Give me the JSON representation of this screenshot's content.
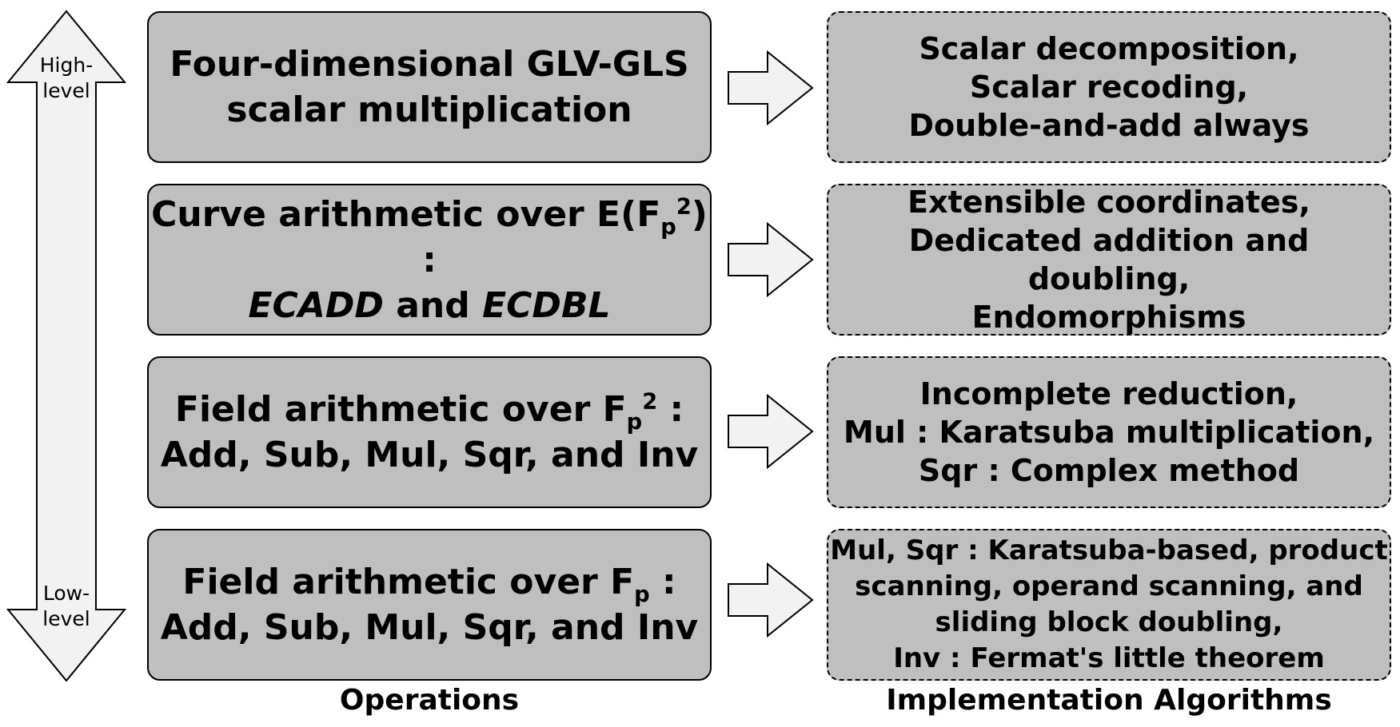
{
  "levels": {
    "high": [
      "High-",
      "level"
    ],
    "low": [
      "Low-",
      "level"
    ]
  },
  "operations": [
    {
      "lines": [
        "Four-dimensional GLV-GLS",
        "scalar multiplication"
      ]
    },
    {
      "line1": {
        "pre": "Curve arithmetic over E(F",
        "sub": "p",
        "sup": "2",
        "post": ") :"
      },
      "line2": {
        "op1": "ECADD",
        "mid": "and",
        "op2": "ECDBL"
      }
    },
    {
      "line1": {
        "pre": "Field arithmetic over F",
        "sub": "p",
        "sup": "2",
        "post": " :"
      },
      "line2": "Add, Sub, Mul, Sqr, and Inv"
    },
    {
      "line1": {
        "pre": "Field arithmetic over F",
        "sub": "p",
        "post": " :"
      },
      "line2": "Add, Sub, Mul, Sqr, and Inv"
    }
  ],
  "algorithms": [
    {
      "lines": [
        "Scalar decomposition,",
        "Scalar recoding,",
        "Double-and-add always"
      ]
    },
    {
      "lines": [
        "Extensible coordinates,",
        "Dedicated addition and doubling,",
        "Endomorphisms"
      ]
    },
    {
      "lines": [
        "Incomplete reduction,",
        "Mul : Karatsuba multiplication,",
        "Sqr : Complex method"
      ]
    },
    {
      "lines": [
        "Mul, Sqr : Karatsuba-based, product",
        "scanning, operand scanning, and",
        "sliding block doubling,",
        "Inv : Fermat's little theorem"
      ]
    }
  ],
  "columns": {
    "operations": "Operations",
    "algorithms": "Implementation Algorithms"
  }
}
